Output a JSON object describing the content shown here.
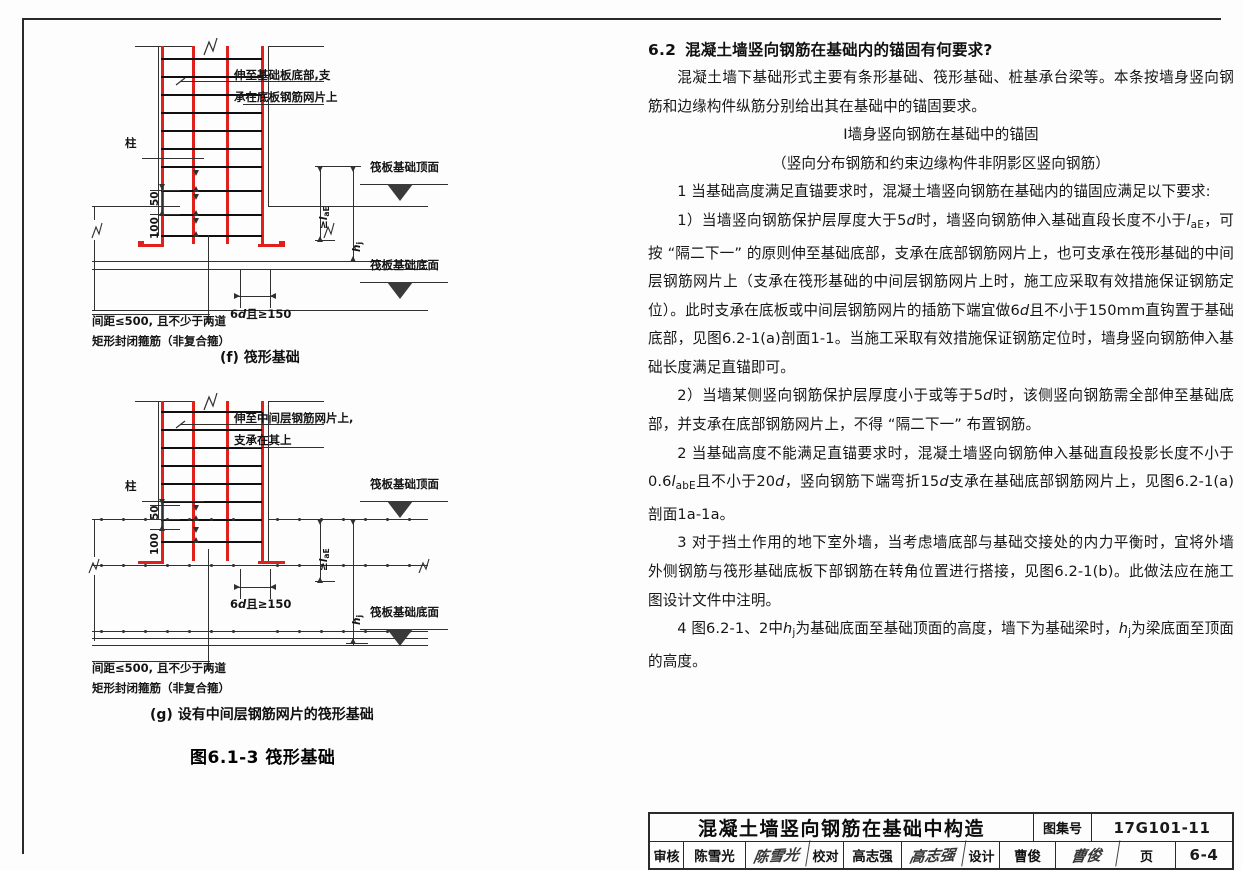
{
  "colors": {
    "rebar_red": "#e0201b",
    "line_dark": "#303030",
    "ink": "#161616"
  },
  "figures": {
    "fig_f": {
      "id": "f",
      "caption": "(f) 筏形基础",
      "callout_top_line1": "伸至基础板底部,支",
      "callout_top_line2": "承在底板钢筋网片上",
      "label_column": "柱",
      "dim_50": "50",
      "dim_100": "100",
      "dim_lae": "≥laE",
      "dim_hj": "hj",
      "label_top_surface": "筏板基础顶面",
      "label_bottom_surface": "筏板基础底面",
      "note_line1": "间距≤500, 且不少于两道",
      "note_line2": "矩形封闭箍筋（非复合箍）",
      "dim_6d": "6d且≥150"
    },
    "fig_g": {
      "id": "g",
      "caption": "(g) 设有中间层钢筋网片的筏形基础",
      "callout_top_line1": "伸至中间层钢筋网片上,",
      "callout_top_line2": "支承在其上",
      "label_column": "柱",
      "dim_50": "50",
      "dim_100": "100",
      "dim_lae": "≥laE",
      "dim_hj": "hj",
      "label_top_surface": "筏板基础顶面",
      "label_bottom_surface": "筏板基础底面",
      "note_line1": "间距≤500, 且不少于两道",
      "note_line2": "矩形封闭箍筋（非复合箍）",
      "dim_6d": "6d且≥150"
    },
    "figure_title": "图6.1-3 筏形基础"
  },
  "article": {
    "heading_number": "6.2",
    "heading_text": "混凝土墙竖向钢筋在基础内的锚固有何要求?",
    "paragraphs": [
      {
        "id": "p-intro",
        "style": "indent",
        "text": "混凝土墙下基础形式主要有条形基础、筏形基础、桩基承台梁等。本条按墙身竖向钢筋和边缘构件纵筋分别给出其在基础中的锚固要求。"
      },
      {
        "id": "p-sub-title",
        "style": "center",
        "text": "Ⅰ墙身竖向钢筋在基础中的锚固"
      },
      {
        "id": "p-sub-note",
        "style": "center",
        "text": "（竖向分布钢筋和约束边缘构件非阴影区竖向钢筋）"
      },
      {
        "id": "p-1",
        "style": "indent",
        "text": "1 当基础高度满足直锚要求时，混凝土墙竖向钢筋在基础内的锚固应满足以下要求:"
      },
      {
        "id": "p-1-1",
        "style": "indent-rich",
        "text": "1）当墙竖向钢筋保护层厚度大于5d时，墙竖向钢筋伸入基础直段长度不小于laE，可按 “隔二下一” 的原则伸至基础底部，支承在底部钢筋网片上，也可支承在筏形基础的中间层钢筋网片上（支承在筏形基础的中间层钢筋网片上时，施工应采取有效措施保证钢筋定位）。此时支承在底板或中间层钢筋网片的插筋下端宜做6d且不小于150mm直钩置于基础底部，见图6.2-1(a)剖面1-1。当施工采取有效措施保证钢筋定位时，墙身竖向钢筋伸入基础长度满足直锚即可。"
      },
      {
        "id": "p-1-2",
        "style": "indent-rich",
        "text": "2）当墙某侧竖向钢筋保护层厚度小于或等于5d时，该侧竖向钢筋需全部伸至基础底部，并支承在底部钢筋网片上，不得 “隔二下一” 布置钢筋。"
      },
      {
        "id": "p-2",
        "style": "indent-rich",
        "text": "2 当基础高度不能满足直锚要求时，混凝土墙竖向钢筋伸入基础直段投影长度不小于0.6labE且不小于20d，竖向钢筋下端弯折15d支承在基础底部钢筋网片上，见图6.2-1(a)剖面1a-1a。"
      },
      {
        "id": "p-3",
        "style": "indent-rich",
        "text": "3 对于挡土作用的地下室外墙，当考虑墙底部与基础交接处的内力平衡时，宜将外墙外侧钢筋与筏形基础底板下部钢筋在转角位置进行搭接，见图6.2-1(b)。此做法应在施工图设计文件中注明。"
      },
      {
        "id": "p-4",
        "style": "indent-rich",
        "text": "4 图6.2-1、2中hj为基础底面至基础顶面的高度，墙下为基础梁时，hj为梁底面至顶面的高度。"
      }
    ]
  },
  "title_block": {
    "title": "混凝土墙竖向钢筋在基础中构造",
    "atlas_label": "图集号",
    "atlas_value": "17G101-11",
    "page_label": "页",
    "page_value": "6-4",
    "review_label": "审核",
    "review_name": "陈雪光",
    "review_sign": "陈雪光",
    "check_label": "校对",
    "check_name": "高志强",
    "check_sign": "高志强",
    "design_label": "设计",
    "design_name": "曹俊",
    "design_sign": "曹俊"
  }
}
